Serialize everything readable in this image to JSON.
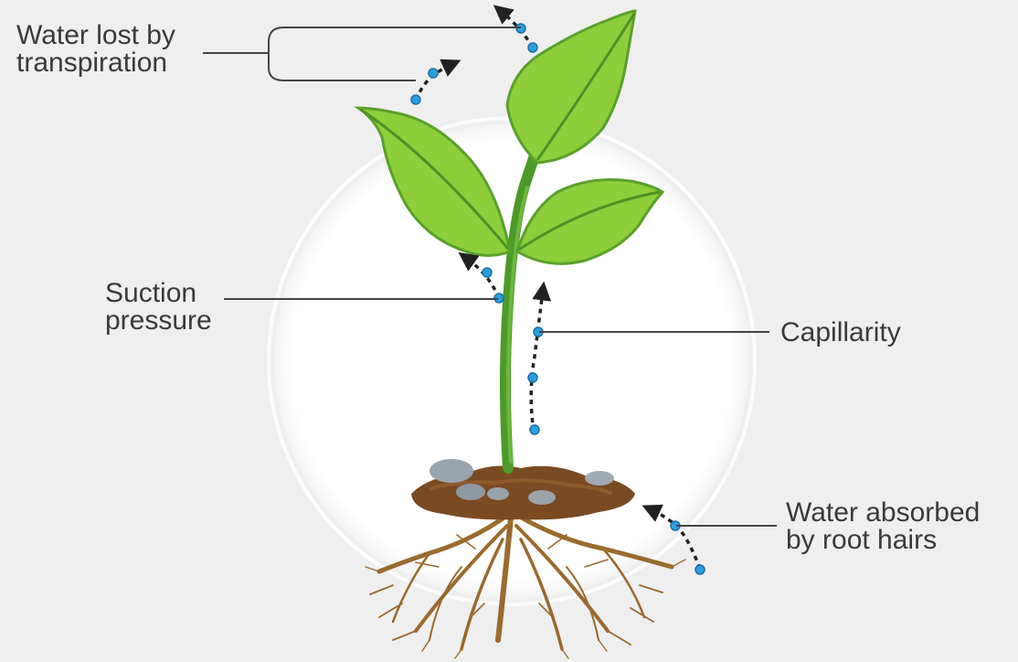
{
  "labels": {
    "transpiration": {
      "line1": "Water lost by",
      "line2": "transpiration"
    },
    "suction": {
      "line1": "Suction",
      "line2": "pressure"
    },
    "capillarity": {
      "line1": "Capillarity"
    },
    "root_absorption": {
      "line1": "Water absorbed",
      "line2": "by root hairs"
    }
  },
  "colors": {
    "background": "#efefef",
    "halo": "#ffffff",
    "leaf_light": "#8ccf3a",
    "leaf_dark": "#5aa02c",
    "stem": "#4c9a2a",
    "soil": "#7a4a22",
    "roots": "#9a6a2e",
    "stone": "#9aa4ad",
    "water_dot": "#2a9fe0",
    "arrow": "#222222",
    "leader_line": "#444444"
  }
}
